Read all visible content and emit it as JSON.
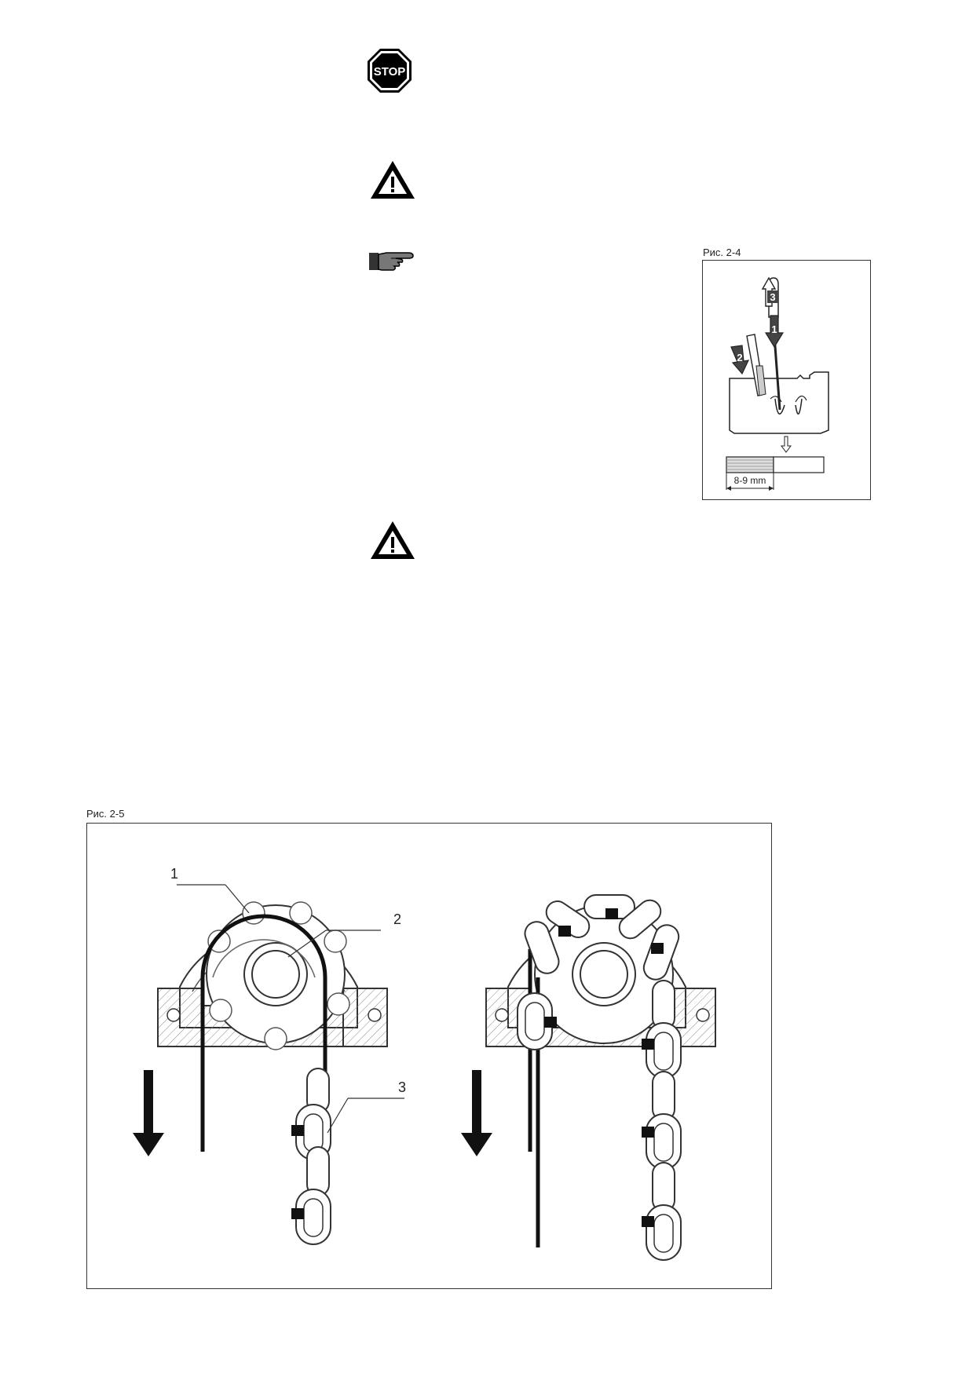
{
  "icons": {
    "stop": {
      "name": "stop-sign-icon",
      "label": "STOP"
    },
    "warning1": {
      "name": "warning-triangle-icon"
    },
    "hint": {
      "name": "pointing-hand-icon"
    },
    "warning2": {
      "name": "warning-triangle-icon"
    }
  },
  "figure_2_4": {
    "caption": "Рис. 2-4",
    "step1": "1",
    "step2": "2",
    "step3": "3",
    "dimension": "8-9 mm"
  },
  "figure_2_5": {
    "caption": "Рис. 2-5",
    "label1": "1",
    "label2": "2",
    "label3": "3"
  }
}
